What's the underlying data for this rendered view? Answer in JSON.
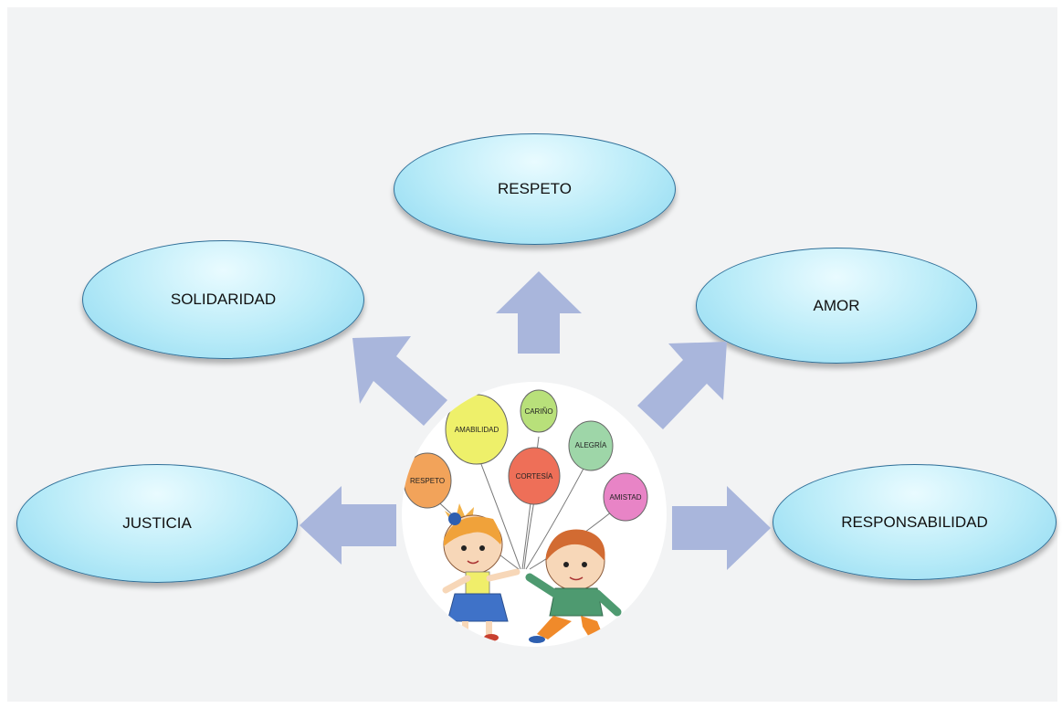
{
  "center": {
    "icon": "children-with-balloons-illustration",
    "balloons": [
      "AMABILIDAD",
      "CARIÑO",
      "ALEGRÍA",
      "CORTESÍA",
      "RESPETO",
      "AMISTAD"
    ]
  },
  "nodes": {
    "respeto": "RESPETO",
    "solidaridad": "SOLIDARIDAD",
    "amor": "AMOR",
    "justicia": "JUSTICIA",
    "responsabilidad": "RESPONSABILIDAD"
  },
  "colors": {
    "background": "#f2f3f4",
    "node_fill": "#b8ebf8",
    "node_border": "#2f6f98",
    "arrow": "#a9b6dc"
  }
}
